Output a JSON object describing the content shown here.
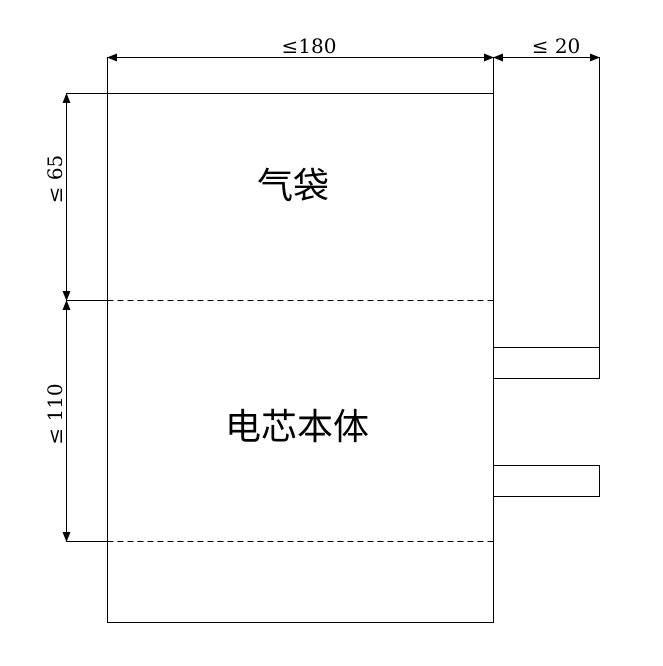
{
  "dimensions": {
    "width": "≤180",
    "tab_width": "≤ 20",
    "airbag_height": "≤ 65",
    "body_height": "≤ 110"
  },
  "labels": {
    "airbag": "气袋",
    "cell_body": "电芯本体"
  }
}
